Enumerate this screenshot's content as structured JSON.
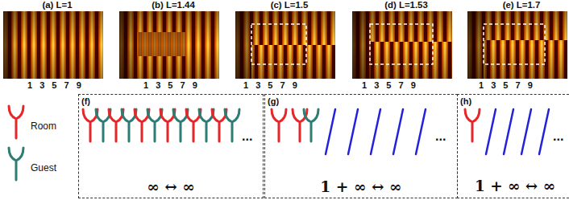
{
  "diagram": {
    "nodes": [
      {
        "text": [
          "(a) L=1",
          "1 3 5 7 9"
        ]
      },
      {
        "text": [
          "(b) L=1.44",
          "1 3 5 7 9"
        ]
      },
      {
        "text": [
          "(c) L=1.5",
          "1 3 5 7 9"
        ]
      },
      {
        "text": [
          "(d) L=1.53",
          "1 3 5 7 9"
        ]
      },
      {
        "text": [
          "(e) L=1.7",
          "1 3 5 7 9"
        ]
      },
      {
        "text": [
          "(f)",
          "∞ ↔ ∞"
        ]
      },
      {
        "text": [
          "(g)",
          "1 + ∞ ↔ ∞"
        ]
      },
      {
        "text": [
          "(h)",
          "1 + ∞ ↔ ∞"
        ]
      }
    ],
    "labels": [
      "...",
      "...",
      "..."
    ],
    "legend": [
      {
        "text": "Room"
      },
      {
        "text": "Guest"
      }
    ]
  }
}
